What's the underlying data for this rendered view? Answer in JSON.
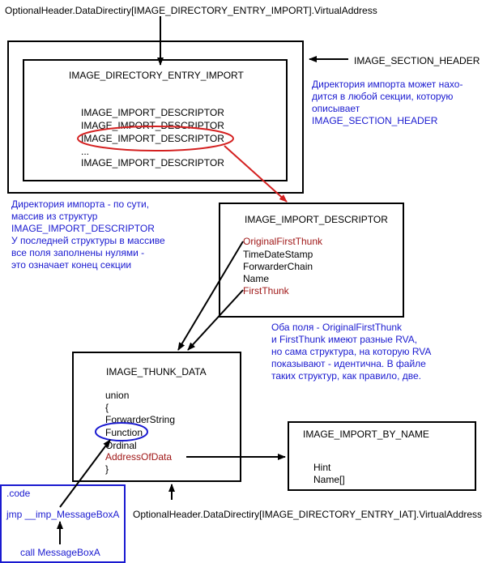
{
  "top_caption": "OptionalHeader.DataDirectiry[IMAGE_DIRECTORY_ENTRY_IMPORT].VirtualAddress",
  "bottom_caption": "OptionalHeader.DataDirectiry[IMAGE_DIRECTORY_ENTRY_IAT].VirtualAddress",
  "section_header": {
    "label": "IMAGE_SECTION_HEADER",
    "note": [
      "Директория импорта может нахо-",
      "дится в любой секции, которую",
      "описывает",
      "IMAGE_SECTION_HEADER"
    ]
  },
  "import_dir": {
    "title": "IMAGE_DIRECTORY_ENTRY_IMPORT",
    "items": [
      "IMAGE_IMPORT_DESCRIPTOR",
      "IMAGE_IMPORT_DESCRIPTOR",
      "IMAGE_IMPORT_DESCRIPTOR",
      "...",
      "IMAGE_IMPORT_DESCRIPTOR"
    ]
  },
  "import_dir_note": [
    "Директория импорта - по сути,",
    "массив из структур",
    "IMAGE_IMPORT_DESCRIPTOR",
    "У последней структуры в массиве",
    "все поля заполнены нулями -",
    "это означает конец секции"
  ],
  "descriptor": {
    "title": "IMAGE_IMPORT_DESCRIPTOR",
    "fields": [
      "OriginalFirstThunk",
      "TimeDateStamp",
      "ForwarderChain",
      "Name",
      "FirstThunk"
    ]
  },
  "descriptor_note": [
    "Оба поля - OriginalFirstThunk",
    "и FirstThunk имеют разные RVA,",
    "но сама структура, на которую RVA",
    "показывают - идентична. В файле",
    "таких структур, как правило, две."
  ],
  "thunk": {
    "title": "IMAGE_THUNK_DATA",
    "lines": [
      "union",
      "{",
      "ForwarderString",
      "Function",
      "Ordinal",
      "AddressOfData",
      "}"
    ]
  },
  "by_name": {
    "title": "IMAGE_IMPORT_BY_NAME",
    "lines": [
      "Hint",
      "Name[]"
    ]
  },
  "code": {
    "title": ".code",
    "jmp": "jmp __imp_MessageBoxA",
    "call": "call MessageBoxA"
  },
  "colors": {
    "blue": "#1a1ad0",
    "red": "#a01818",
    "ellipse_red": "#d42020",
    "ellipse_blue": "#1a1ad0"
  }
}
